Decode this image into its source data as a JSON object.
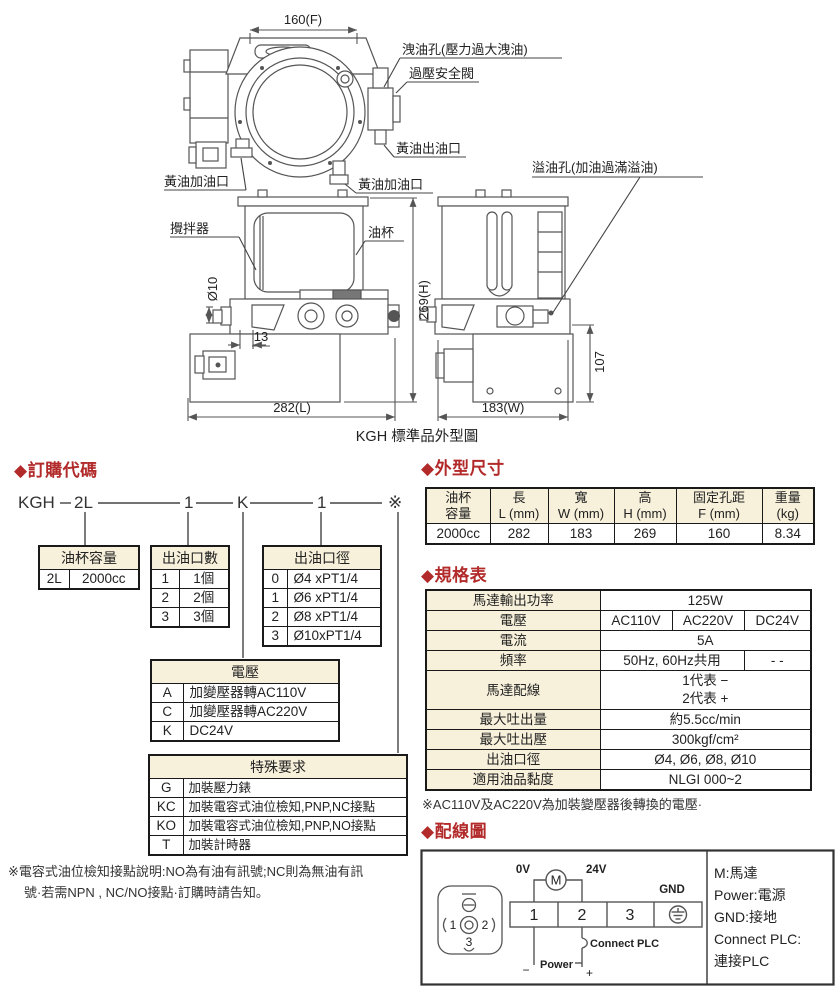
{
  "drawing": {
    "caption": "KGH 標準品外型圖",
    "labels": {
      "leak_hole": "洩油孔(壓力過大洩油)",
      "safety_valve": "過壓安全閥",
      "grease_outlet": "黃油出油口",
      "grease_fill_left": "黃油加油口",
      "grease_fill_mid": "黃油加油口",
      "overflow_hole": "溢油孔(加油過滿溢油)",
      "stirrer": "攪拌器",
      "oil_cup": "油杯"
    },
    "dims": {
      "f": "160(F)",
      "h": "269(H)",
      "l": "282(L)",
      "w": "183(W)",
      "h2": "107",
      "d13": "13",
      "d10": "Ø10"
    }
  },
  "order": {
    "heading": "◆訂購代碼",
    "code": [
      "KGH",
      "2L",
      "1",
      "K",
      "1",
      "※"
    ],
    "cup_table": {
      "header": "油杯容量",
      "rows": [
        [
          "2L",
          "2000cc"
        ]
      ]
    },
    "count_table": {
      "header": "出油口數",
      "rows": [
        [
          "1",
          "1個"
        ],
        [
          "2",
          "2個"
        ],
        [
          "3",
          "3個"
        ]
      ]
    },
    "dia_table": {
      "header": "出油口徑",
      "rows": [
        [
          "0",
          "Ø4 xPT1/4"
        ],
        [
          "1",
          "Ø6 xPT1/4"
        ],
        [
          "2",
          "Ø8 xPT1/4"
        ],
        [
          "3",
          "Ø10xPT1/4"
        ]
      ]
    },
    "voltage_table": {
      "header": "電壓",
      "rows": [
        [
          "A",
          "加變壓器轉AC110V"
        ],
        [
          "C",
          "加變壓器轉AC220V"
        ],
        [
          "K",
          "DC24V"
        ]
      ]
    },
    "special_table": {
      "header": "特殊要求",
      "rows": [
        [
          "G",
          "加裝壓力錶"
        ],
        [
          "KC",
          "加裝電容式油位檢知,PNP,NC接點"
        ],
        [
          "KO",
          "加裝電容式油位檢知,PNP,NO接點"
        ],
        [
          "T",
          "加裝計時器"
        ]
      ]
    },
    "note1": "※電容式油位檢知接點說明:NO為有油有訊號;NC則為無油有訊",
    "note2": "號·若需NPN , NC/NO接點·訂購時請告知。"
  },
  "dimensions": {
    "heading": "◆外型尺寸",
    "headers": [
      "油杯\n容量",
      "長\nL (mm)",
      "寬\nW (mm)",
      "高\nH (mm)",
      "固定孔距\nF (mm)",
      "重量\n(kg)"
    ],
    "row": [
      "2000cc",
      "282",
      "183",
      "269",
      "160",
      "8.34"
    ]
  },
  "spec": {
    "heading": "◆規格表",
    "rows": {
      "power": {
        "label": "馬達輸出功率",
        "value": "125W"
      },
      "voltage": {
        "label": "電壓",
        "v1": "AC110V",
        "v2": "AC220V",
        "v3": "DC24V"
      },
      "current": {
        "label": "電流",
        "value": "5A"
      },
      "freq": {
        "label": "頻率",
        "value": "50Hz, 60Hz共用",
        "value2": "- -"
      },
      "wiring": {
        "label": "馬達配線",
        "value": "1代表 −\n2代表 +"
      },
      "max_output": {
        "label": "最大吐出量",
        "value": "約5.5cc/min"
      },
      "max_pressure": {
        "label": "最大吐出壓",
        "value": "300kgf/cm²"
      },
      "outlet_dia": {
        "label": "出油口徑",
        "value": "Ø4, Ø6, Ø8, Ø10"
      },
      "viscosity": {
        "label": "適用油品黏度",
        "value": "NLGI 000~2"
      }
    },
    "note": "※AC110V及AC220V為加裝變壓器後轉換的電壓·"
  },
  "wiring": {
    "heading": "◆配線圖",
    "motor": "M",
    "v0": "0V",
    "v24": "24V",
    "gnd": "GND",
    "terminals": [
      "1",
      "2",
      "3"
    ],
    "pins": [
      "1",
      "2",
      "3"
    ],
    "connect_plc": "Connect PLC",
    "power": "Power",
    "minus": "−",
    "plus": "+",
    "legend": [
      "M:馬達",
      "Power:電源",
      "GND:接地",
      "Connect PLC:",
      "連接PLC"
    ]
  }
}
